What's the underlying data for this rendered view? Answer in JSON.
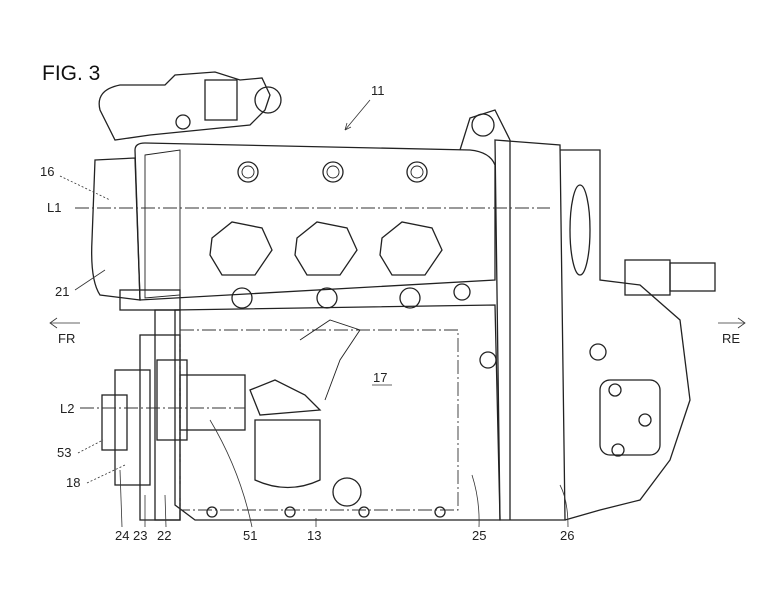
{
  "figure_title": "FIG. 3",
  "direction_labels": {
    "front": "FR",
    "rear": "RE"
  },
  "axis_labels": {
    "l1": "L1",
    "l2": "L2"
  },
  "reference_numerals": {
    "n11": "11",
    "n16": "16",
    "n21": "21",
    "n17": "17",
    "n53": "53",
    "n18": "18",
    "n24": "24",
    "n23": "23",
    "n22": "22",
    "n51": "51",
    "n13": "13",
    "n25": "25",
    "n26": "26"
  }
}
